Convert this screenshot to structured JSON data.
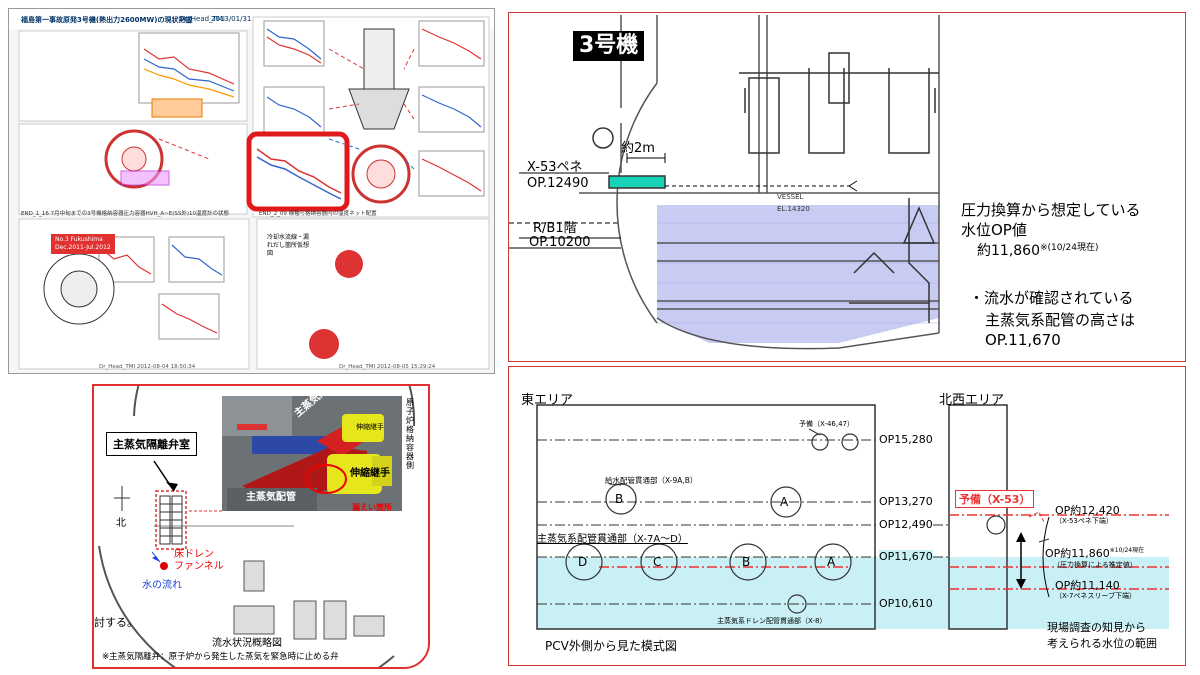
{
  "poster": {
    "header": "福島第一事故原発3号機(熱出力2600MW)の現状把握",
    "author": "Dr_Head_TMI",
    "date": "2013/01/31",
    "note_box_1": "END_1_16 7月中旬までの3号機格納容器圧力容器HVH_A~E(SS外)10温度計の状態",
    "note_box_2": "END_2_09 機種ら格納容器内の温度ネット配置",
    "series_box_title": "No.3 Fukushima",
    "series_box_range": "Dec.2011-Jul.2012",
    "flow_box_label": "冷却水流線・漏れだし箇所仮想図",
    "footer_left": "Dr_Head_TMI 2012-08-04 18:50:34",
    "footer_right": "Dr_Head_TMI 2012-08-05 15:29:24"
  },
  "flow_diagram": {
    "main_steam_valve_room": "主蒸気隔離弁室",
    "main_steam_valve": "主蒸気隔離弁",
    "expansion_joint_1": "伸縮継手",
    "expansion_joint_2": "伸縮継手",
    "main_steam_pipe": "主蒸気配管",
    "leak_point": "漏えい箇所",
    "containment_side": "原子炉格納容器側",
    "floor_drain": "床ドレン\nファンネル",
    "water_flow": "水の流れ",
    "north": "北",
    "fragment": "討する。",
    "caption": "流水状況概略図",
    "footnote": "※主蒸気隔離弁：原子炉から発生した蒸気を緊急時に止める弁"
  },
  "section_view": {
    "badge": "3号機",
    "about_2m": "約2m",
    "x53_label": "X-53ペネ",
    "x53_op": "OP.12490",
    "floor_label": "R/B1階",
    "floor_op": "OP.10200",
    "vessel_label": "VESSEL",
    "vessel_el": "EL.14320",
    "note1_line1": "圧力換算から想定している",
    "note1_line2": "水位OP値",
    "note1_value": "約11,860",
    "note1_sup": "※(10/24現在)",
    "note2_line1": "・流水が確認されている",
    "note2_line2": "主蒸気系配管の高さは",
    "note2_value": "OP.11,670"
  },
  "schematic": {
    "east_area": "東エリア",
    "northwest_area": "北西エリア",
    "spare_label": "予備（X-46,47）",
    "drain_label": "給水配管貫通部（X-9A,B）",
    "main_steam_label": "主蒸気系配管貫通部（X-7A～D）",
    "drain_pipe_label": "主蒸気系ドレン配管貫通部（X-8）",
    "spare_x53": "予備（X-53）",
    "pcv_caption": "PCV外側から見た模式図",
    "op_levels": [
      "OP15,280",
      "OP13,270",
      "OP12,490",
      "OP11,670",
      "OP10,610"
    ],
    "right_levels": {
      "l1": "OP約12,420",
      "l1_sub": "（X-53ペネ下端）",
      "l2": "OP約11,860",
      "l2_sup": "※10/24現在",
      "l2_sub": "（圧力換算による推定値）",
      "l3": "OP約11,140",
      "l3_sub": "（X-7ペネスリーブ下端）"
    },
    "range_note_1": "現場調査の知見から",
    "range_note_2": "考えられる水位の範囲",
    "circles": {
      "a": "A",
      "b": "B",
      "c": "C",
      "d": "D"
    }
  },
  "colors": {
    "frame_red": "#e03030",
    "water_blue": "#c8f0f5",
    "section_water": "#c8cbf2",
    "pipe_green": "#19d3b9"
  }
}
